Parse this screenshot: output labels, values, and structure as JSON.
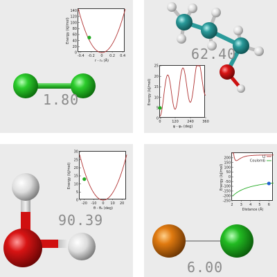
{
  "colors": {
    "panel_bg": "#ebebeb",
    "curve": "#b03030",
    "marker_green": "#22aa22",
    "marker_blue": "#2060d0",
    "chlorine": "#22bb22",
    "oxygen": "#cc1111",
    "hydrogen": "#e8e8e8",
    "carbon": "#2a9a9a",
    "sodium_orange": "#e07a10"
  },
  "panels": [
    {
      "id": "bond-stretch",
      "readout": "1.80",
      "molecule_icon": "chlorine-molecule-icon",
      "chart_data": {
        "type": "line",
        "xlabel": "r - r₀ (Å)",
        "ylabel": "Energy (kJ/mol)",
        "x_ticks": [
          "-0.4",
          "-0.2",
          "0",
          "0.2",
          "0.4"
        ],
        "y_ticks": [
          "0",
          "20",
          "40",
          "60",
          "80",
          "100",
          "120",
          "140"
        ],
        "xlim": [
          -0.45,
          0.45
        ],
        "ylim": [
          0,
          145
        ],
        "marker": {
          "x": -0.24,
          "y": 50
        }
      }
    },
    {
      "id": "torsion",
      "readout": "62.40",
      "molecule_icon": "propanol-molecule-icon",
      "chart_data": {
        "type": "line",
        "xlabel": "φ - φ₀ (deg)",
        "ylabel": "Energy (kJ/mol)",
        "x_ticks": [
          "0",
          "120",
          "240",
          "360"
        ],
        "y_ticks": [
          "0",
          "5",
          "10",
          "15",
          "20",
          "25"
        ],
        "xlim": [
          0,
          360
        ],
        "ylim": [
          0,
          25
        ],
        "marker": {
          "x": 0,
          "y": 5
        }
      }
    },
    {
      "id": "angle-bend",
      "readout": "90.39",
      "molecule_icon": "water-molecule-icon",
      "chart_data": {
        "type": "line",
        "xlabel": "θ - θ₀ (deg)",
        "ylabel": "Energy (kJ/mol)",
        "x_ticks": [
          "-20",
          "-10",
          "0",
          "10",
          "20"
        ],
        "y_ticks": [
          "0",
          "5",
          "10",
          "15",
          "20",
          "25",
          "30"
        ],
        "xlim": [
          -25,
          25
        ],
        "ylim": [
          0,
          30
        ],
        "marker": {
          "x": -20,
          "y": 13
        }
      }
    },
    {
      "id": "nonbonded",
      "readout": "6.00",
      "molecule_icon": "ion-pair-icon",
      "chart_data": {
        "type": "line",
        "xlabel": "Distance (Å)",
        "ylabel": "Energy (kJ/mol)",
        "x_ticks": [
          "2",
          "3",
          "4",
          "5",
          "6"
        ],
        "y_ticks": [
          "-250",
          "-200",
          "-150",
          "-100",
          "-50",
          "0",
          "50",
          "100",
          "150",
          "200"
        ],
        "xlim": [
          2,
          6.5
        ],
        "ylim": [
          -260,
          250
        ],
        "legend": [
          "LJ",
          "Coulomb"
        ],
        "marker": {
          "x": 6,
          "y": -70
        }
      }
    }
  ]
}
